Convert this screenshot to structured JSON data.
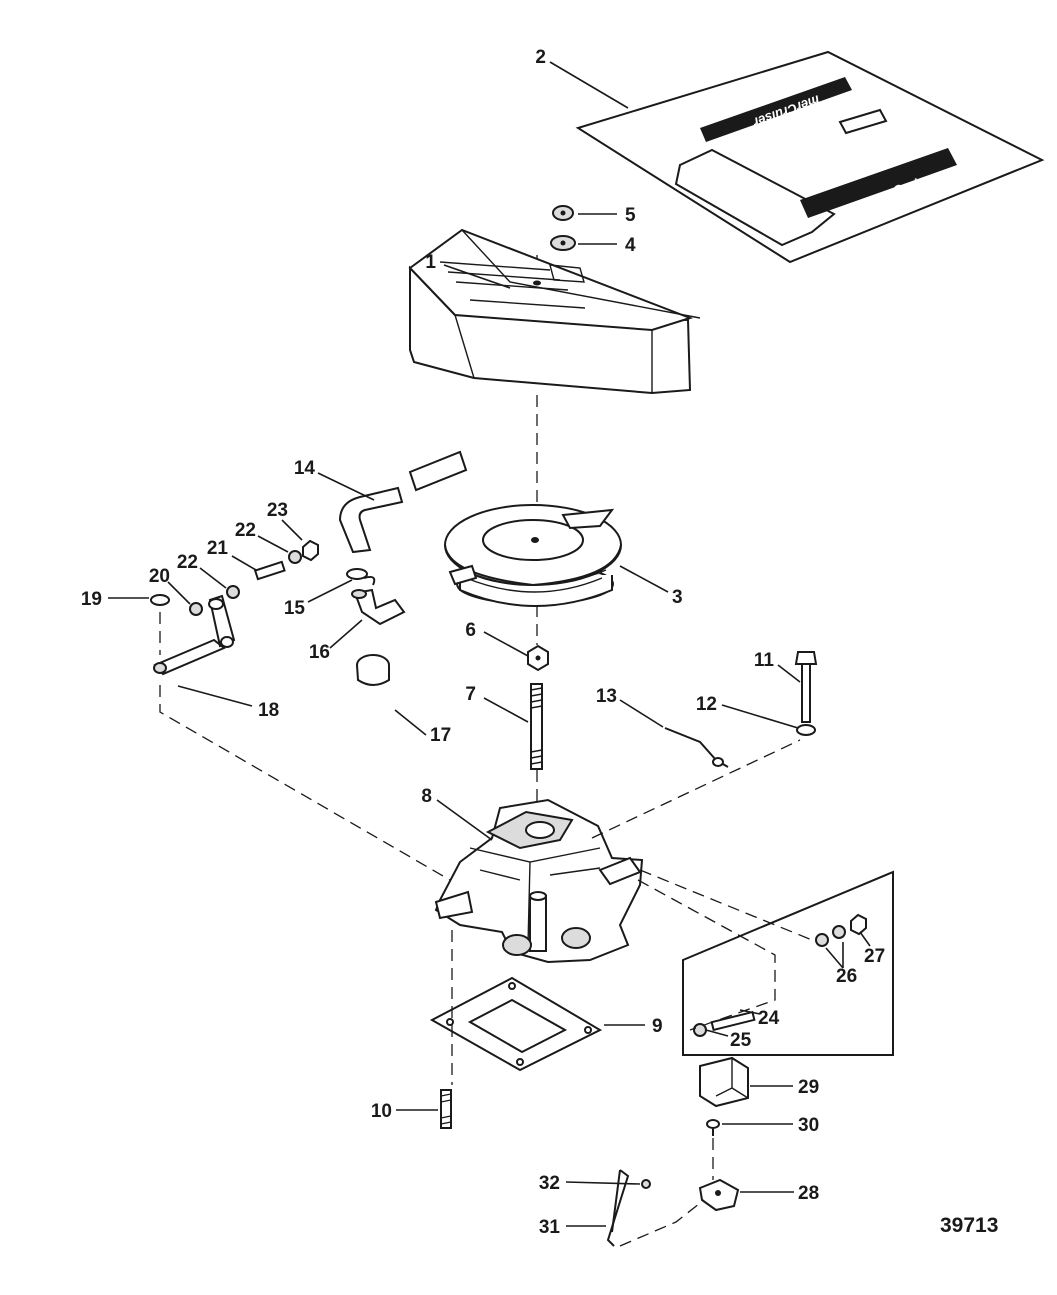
{
  "figure_number": "39713",
  "decal_text": "merCruiser",
  "callouts": {
    "c1": "1",
    "c2": "2",
    "c3": "3",
    "c4": "4",
    "c5": "5",
    "c6": "6",
    "c7": "7",
    "c8": "8",
    "c9": "9",
    "c10": "10",
    "c11": "11",
    "c12": "12",
    "c13": "13",
    "c14": "14",
    "c15": "15",
    "c16": "16",
    "c17": "17",
    "c18": "18",
    "c19": "19",
    "c20": "20",
    "c21": "21",
    "c22a": "22",
    "c22b": "22",
    "c23": "23",
    "c24": "24",
    "c25": "25",
    "c26": "26",
    "c27": "27",
    "c28": "28",
    "c29": "29",
    "c30": "30",
    "c31": "31",
    "c32": "32"
  }
}
